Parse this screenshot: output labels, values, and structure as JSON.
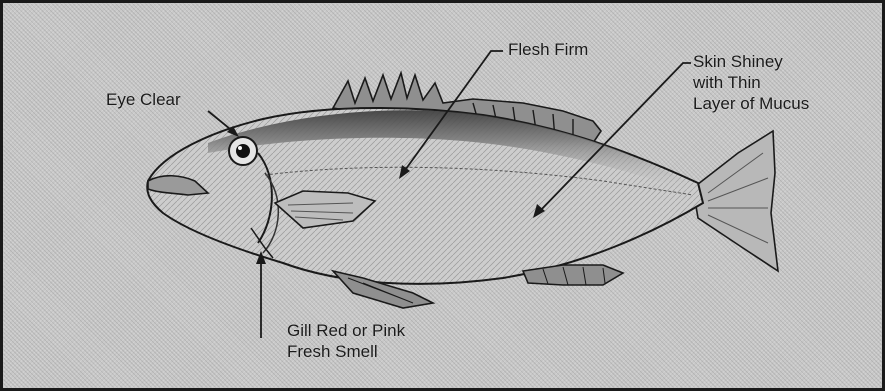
{
  "labels": {
    "eye": "Eye Clear",
    "flesh": "Flesh Firm",
    "skin": [
      "Skin Shiney",
      "with Thin",
      "Layer of Mucus"
    ],
    "gill": [
      "Gill Red or Pink",
      "Fresh Smell"
    ]
  }
}
